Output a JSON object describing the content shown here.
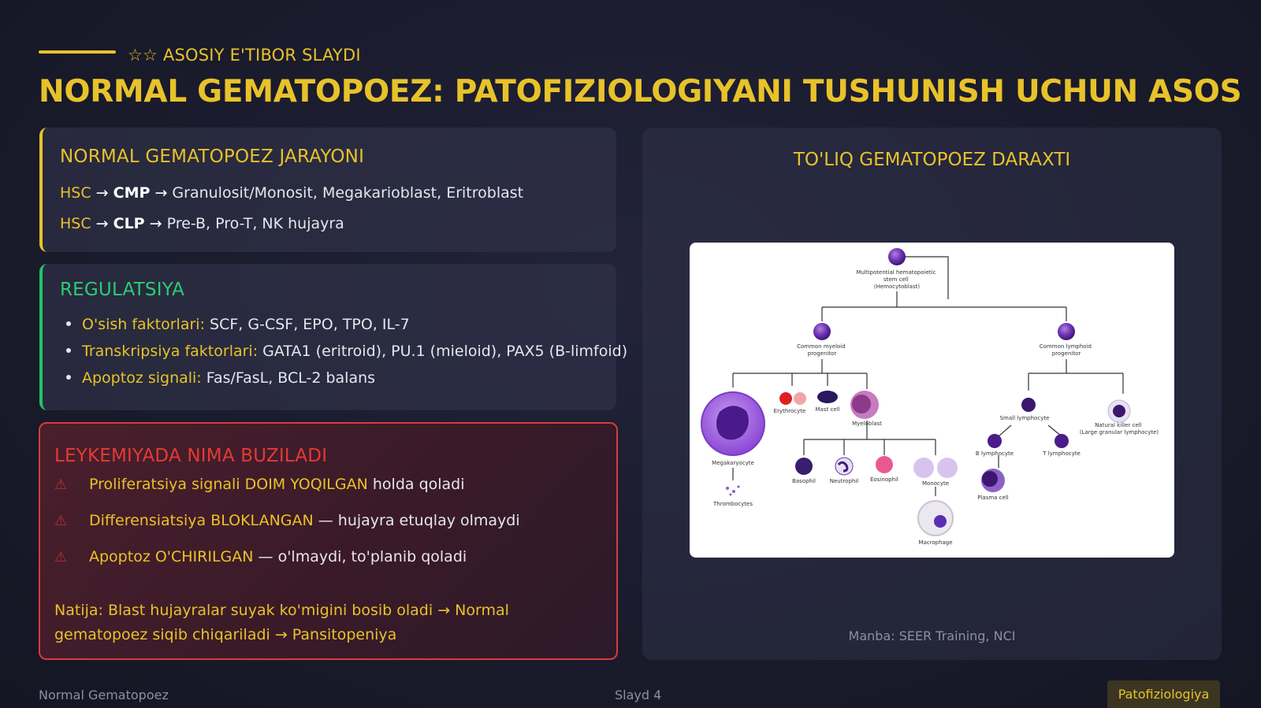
{
  "header": {
    "kicker": "☆☆ ASOSIY E'TIBOR SLAYDI",
    "title": "NORMAL GEMATOPOEZ: PATOFIZIOLOGIYANI TUSHUNISH UCHUN ASOS"
  },
  "process": {
    "title": "NORMAL GEMATOPOEZ JARAYONI",
    "rows": [
      {
        "start": "HSC",
        "arrow1": " → ",
        "mid": "CMP",
        "arrow2": " → ",
        "rest": "Granulosit/Monosit, Megakarioblast, Eritroblast"
      },
      {
        "start": "HSC",
        "arrow1": " → ",
        "mid": "CLP",
        "arrow2": " → ",
        "rest": "Pre-B, Pro-T, NK hujayra"
      }
    ]
  },
  "regulation": {
    "title": "REGULATSIYA",
    "items": [
      {
        "label": "O'sish faktorlari:",
        "text": " SCF, G-CSF, EPO, TPO, IL-7"
      },
      {
        "label": "Transkripsiya faktorlari:",
        "text": " GATA1 (eritroid), PU.1 (mieloid), PAX5 (B-limfoid)"
      },
      {
        "label": "Apoptoz signali:",
        "text": " Fas/FasL, BCL-2 balans"
      }
    ]
  },
  "leukemia": {
    "title": "LEYKEMIYADA NIMA BUZILADI",
    "warn_icon": "warning-icon",
    "items": [
      {
        "highlight": "Proliferatsiya signali DOIM YOQILGAN",
        "text": " holda qoladi"
      },
      {
        "highlight": "Differensiatsiya BLOKLANGAN",
        "text": " — hujayra etuqlay olmaydi"
      },
      {
        "highlight": "Apoptoz O'CHIRILGAN",
        "text": " — o'lmaydi, to'planib qoladi"
      }
    ],
    "result": "Natija: Blast hujayralar suyak ko'migini bosib oladi → Normal gematopoez siqib chiqariladi → Pansitopeniya"
  },
  "tree": {
    "title": "TO'LIQ GEMATOPOEZ DARAXTI",
    "source": "Manba: SEER Training, NCI",
    "labels": {
      "stem": "Multipotential hematopoietic stem cell (Hemocytoblast)",
      "cmp": "Common myeloid progenitor",
      "clp": "Common lymphoid progenitor",
      "erythrocyte": "Erythrocyte",
      "mast": "Mast cell",
      "myeloblast": "Myeloblast",
      "megakaryocyte": "Megakaryocyte",
      "thrombocytes": "Thrombocytes",
      "basophil": "Basophil",
      "neutrophil": "Neutrophil",
      "eosinophil": "Eosinophil",
      "monocyte": "Monocyte",
      "macrophage": "Macrophage",
      "small_lymphocyte": "Small lymphocyte",
      "nk": "Natural killer cell (Large granular lymphocyte)",
      "b_lymphocyte": "B lymphocyte",
      "t_lymphocyte": "T lymphocyte",
      "plasma": "Plasma cell"
    }
  },
  "footer": {
    "left": "Normal Gematopoez",
    "middle": "Slayd 4",
    "tag": "Patofiziologiya"
  },
  "colors": {
    "accent_yellow": "#e8c22a",
    "accent_green": "#2ecc71",
    "accent_red": "#e53935",
    "background": "#1a1b2c"
  }
}
